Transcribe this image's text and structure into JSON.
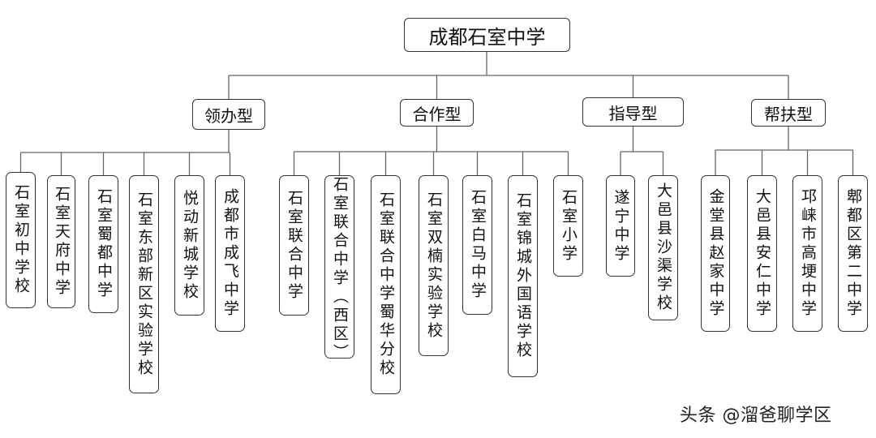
{
  "root": {
    "label": "成都石室中学"
  },
  "categories": [
    {
      "label": "领办型",
      "schools": [
        "石室初中学校",
        "石室天府中学",
        "石室蜀都中学",
        "石室东部新区实验学校",
        "悦动新城学校",
        "成都市成飞中学"
      ]
    },
    {
      "label": "合作型",
      "schools": [
        "石室联合中学",
        "石室联合中学（西区）",
        "石室联合中学蜀华分校",
        "石室双楠实验学校",
        "石室白马中学",
        "石室锦城外国语学校",
        "石室小学"
      ]
    },
    {
      "label": "指导型",
      "schools": [
        "遂宁中学",
        "大邑县沙渠学校"
      ]
    },
    {
      "label": "帮扶型",
      "schools": [
        "金堂县赵家中学",
        "大邑县安仁中学",
        "邛崃市高埂中学",
        "郫都区第二中学"
      ]
    }
  ],
  "watermark": "头条 @溜爸聊学区"
}
